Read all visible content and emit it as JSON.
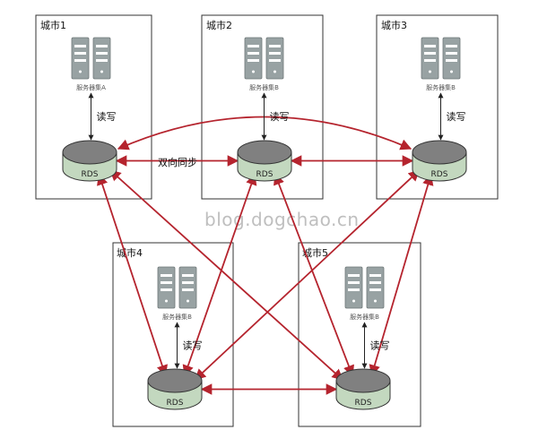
{
  "colors": {
    "sync_arrow": "#b5242e",
    "rw_arrow": "#222222",
    "rds_body": "#c3d8bf",
    "rds_top": "#808080",
    "server": "#98a2a3"
  },
  "sync_label": "双向同步",
  "watermark": "blog.dogchao.cn",
  "cities": [
    {
      "label": "城市1",
      "server_caption": "服务器集A",
      "rw_label": "读写",
      "db_label": "RDS"
    },
    {
      "label": "城市2",
      "server_caption": "服务器集B",
      "rw_label": "读写",
      "db_label": "RDS"
    },
    {
      "label": "城市3",
      "server_caption": "服务器集B",
      "rw_label": "读写",
      "db_label": "RDS"
    },
    {
      "label": "城市4",
      "server_caption": "服务器集B",
      "rw_label": "读写",
      "db_label": "RDS"
    },
    {
      "label": "城市5",
      "server_caption": "服务器集B",
      "rw_label": "读写",
      "db_label": "RDS"
    }
  ],
  "sync_links": [
    [
      0,
      1
    ],
    [
      1,
      2
    ],
    [
      0,
      2
    ],
    [
      0,
      3
    ],
    [
      0,
      4
    ],
    [
      1,
      3
    ],
    [
      1,
      4
    ],
    [
      2,
      3
    ],
    [
      2,
      4
    ],
    [
      3,
      4
    ]
  ],
  "icons": {
    "server": "server-rack-icon",
    "database": "database-cylinder-icon",
    "arrow": "double-arrow-icon"
  }
}
